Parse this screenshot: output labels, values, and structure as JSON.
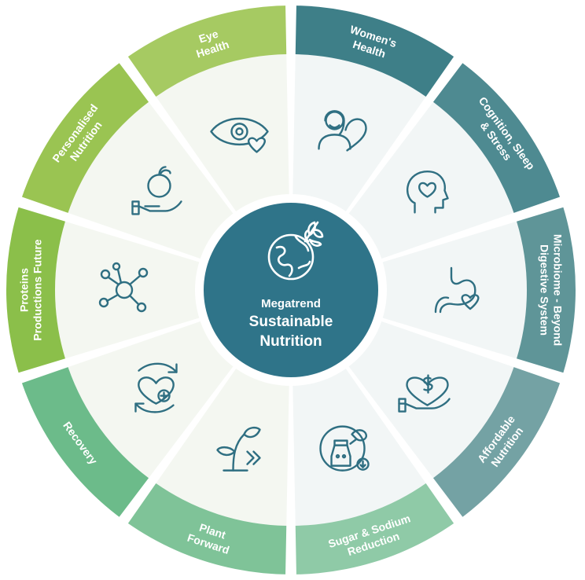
{
  "center": {
    "title_small": "Megatrend",
    "title_line1": "Sustainable",
    "title_line2": "Nutrition",
    "color": "#2f7489",
    "icon": "globe-leaf-icon"
  },
  "segments": [
    {
      "id": "womens-health",
      "lines": [
        "Women's",
        "Health"
      ],
      "color": "#3e7f88",
      "icon": "woman-heart-icon"
    },
    {
      "id": "cognition-sleep-stress",
      "lines": [
        "Cognition, Sleep",
        "& Stress"
      ],
      "color": "#4e8a91",
      "icon": "head-heart-icon"
    },
    {
      "id": "microbiome",
      "lines": [
        "Microbiome - Beyond",
        "Digestive System"
      ],
      "color": "#5f9598",
      "icon": "stomach-heart-icon"
    },
    {
      "id": "affordable-nutrition",
      "lines": [
        "Affordable",
        "Nutrition"
      ],
      "color": "#74a2a4",
      "icon": "hand-heart-dollar-icon"
    },
    {
      "id": "sugar-sodium-reduction",
      "lines": [
        "Sugar & Sodium",
        "Reduction"
      ],
      "color": "#8fcaa7",
      "icon": "salt-shaker-icon"
    },
    {
      "id": "plant-forward",
      "lines": [
        "Plant",
        "Forward"
      ],
      "color": "#7fc398",
      "icon": "sprout-arrows-icon"
    },
    {
      "id": "recovery",
      "lines": [
        "Recovery"
      ],
      "color": "#6cbb8a",
      "icon": "heart-cycle-icon"
    },
    {
      "id": "proteins-productions-future",
      "lines": [
        "Proteins",
        "Productions Future"
      ],
      "color": "#8bbf4a",
      "icon": "molecule-icon"
    },
    {
      "id": "personalised-nutrition",
      "lines": [
        "Personalised",
        "Nutrition"
      ],
      "color": "#9ac452",
      "icon": "hand-apple-icon"
    },
    {
      "id": "eye-health",
      "lines": [
        "Eye",
        "Health"
      ],
      "color": "#a6ca62",
      "icon": "eye-heart-icon"
    }
  ]
}
